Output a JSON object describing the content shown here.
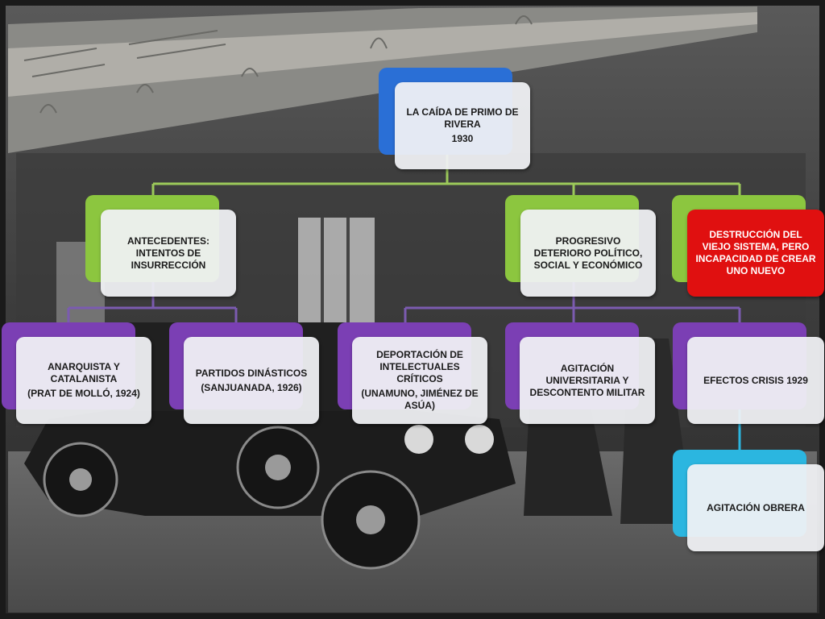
{
  "colors": {
    "blue": "#2a6fd6",
    "green": "#8cc63f",
    "purple": "#7b3fb4",
    "cyan": "#2bb6e0",
    "red": "#e01010"
  },
  "root": {
    "title": "LA CAÍDA DE PRIMO DE RIVERA",
    "year": "1930"
  },
  "antecedentes": {
    "title": "ANTECEDENTES: INTENTOS DE INSURRECCIÓN"
  },
  "deterioro": {
    "title": "PROGRESIVO DETERIORO POLÍTICO, SOCIAL  Y ECONÓMICO"
  },
  "destruccion": {
    "title": "DESTRUCCIÓN DEL VIEJO SISTEMA, PERO INCAPACIDAD DE CREAR UNO NUEVO"
  },
  "anarquista": {
    "title": "ANARQUISTA Y CATALANISTA",
    "detail": "(PRAT DE MOLLÓ, 1924)"
  },
  "dinasticos": {
    "title": "PARTIDOS DINÁSTICOS",
    "detail": "(SANJUANADA, 1926)"
  },
  "deportacion": {
    "title": "DEPORTACIÓN DE INTELECTUALES CRÍTICOS",
    "detail": "(UNAMUNO, JIMÉNEZ DE ASÚA)"
  },
  "agitacion_univ": {
    "title": "AGITACIÓN UNIVERSITARIA Y DESCONTENTO MILITAR"
  },
  "crisis": {
    "title": "EFECTOS CRISIS 1929"
  },
  "obrera": {
    "title": "AGITACIÓN OBRERA"
  }
}
